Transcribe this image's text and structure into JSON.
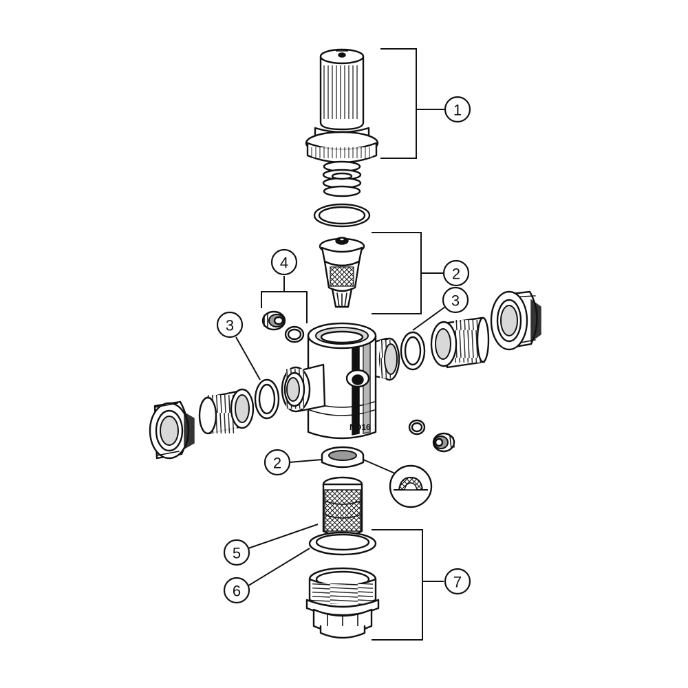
{
  "callouts": [
    {
      "id": "c1",
      "label": "1"
    },
    {
      "id": "c2a",
      "label": "2"
    },
    {
      "id": "c3a",
      "label": "3"
    },
    {
      "id": "c4",
      "label": "4"
    },
    {
      "id": "c3b",
      "label": "3"
    },
    {
      "id": "c2b",
      "label": "2"
    },
    {
      "id": "c5",
      "label": "5"
    },
    {
      "id": "c6",
      "label": "6"
    },
    {
      "id": "c7",
      "label": "7"
    }
  ],
  "body_marking": "ND16"
}
